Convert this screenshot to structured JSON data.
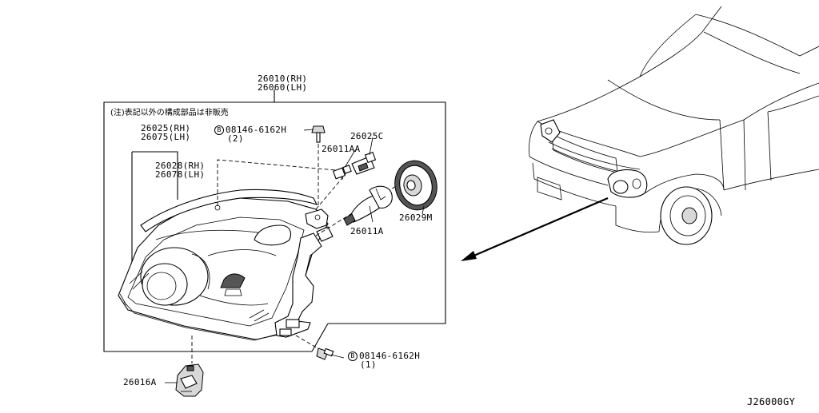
{
  "labels": {
    "assembly_rh": "26010(RH)",
    "assembly_lh": "26060(LH)",
    "note": "(注)表記以外の構成部品は非販売",
    "housing_rh": "26025(RH)",
    "housing_lh": "26075(LH)",
    "lens_rh": "26028(RH)",
    "lens_lh": "26078(LH)",
    "bolt_top": "08146-6162H",
    "bolt_top_qty": "(2)",
    "bulb_socket": "26011AA",
    "bulb_small": "26025C",
    "bulb_main": "26011A",
    "cap": "26029M",
    "bolt_bottom": "08146-6162H",
    "bolt_bottom_qty": "(1)",
    "actuator": "26016A",
    "diagram_code": "J26000GY",
    "bolt_marker": "B"
  }
}
